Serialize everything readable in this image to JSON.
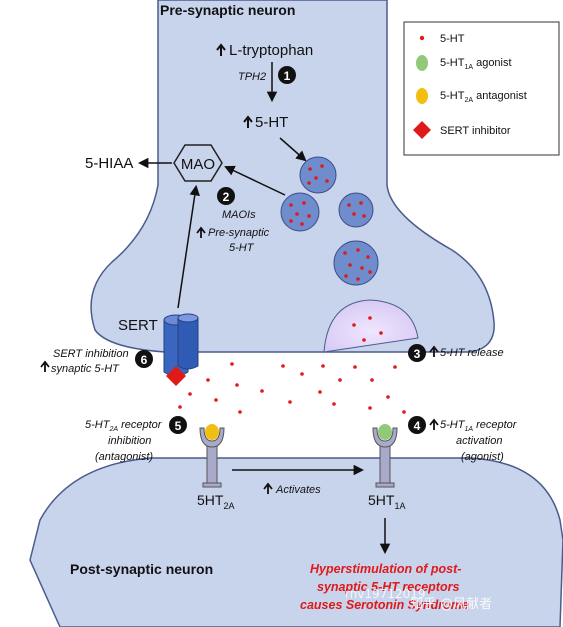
{
  "title_pre": "Pre-synaptic neuron",
  "title_post": "Post-synaptic neuron",
  "ltryptophan": "L-tryptophan",
  "tph2": "TPH2",
  "fivehtlabel": "5-HT",
  "mao": "MAO",
  "hiaa": "5-HIAA",
  "maois": "MAOIs",
  "presynaptic": "Pre-synaptic",
  "presyn_5ht": "5-HT",
  "sert": "SERT",
  "sert_inhib_1": "SERT inhibition",
  "sert_inhib_2": "synaptic 5-HT",
  "release": "5-HT release",
  "r2a_1": "5-HT",
  "r2a_sub": "2A",
  "r2a_2": "receptor",
  "r2a_3": "inhibition",
  "r2a_4": "(antagonist)",
  "r1a_1": "5-HT",
  "r1a_sub": "1A",
  "r1a_2": "receptor",
  "r1a_3": "activation",
  "r1a_4": "(agonist)",
  "rec2a_main": "5HT",
  "rec2a_sub": "2A",
  "rec1a_main": "5HT",
  "rec1a_sub": "1A",
  "activates": "Activates",
  "hyper_1": "Hyperstimulation of post-",
  "hyper_2": "synaptic 5-HT receptors",
  "hyper_3": "causes Serotonin Syndrome",
  "watermark": "知乎 @风献者",
  "watermark2": "rnv19712019",
  "steps": [
    "1",
    "2",
    "3",
    "4",
    "5",
    "6"
  ],
  "legend": {
    "ht": "5-HT",
    "agonist_main": "5-HT",
    "agonist_sub": "1A",
    "agonist_tail": "agonist",
    "antag_main": "5-HT",
    "antag_sub": "2A",
    "antag_tail": "antagonist",
    "sert_inh": "SERT inhibitor"
  },
  "colors": {
    "neuron_fill": "#c8d3ec",
    "neuron_stroke": "#4a5c8c",
    "vesicle": "#6f8ccc",
    "dot": "#e01919",
    "agonist": "#92c87a",
    "antagonist": "#f2be12",
    "sert_inhibitor": "#e01919",
    "red_text": "#e01919",
    "receptor": "#a9a9c9"
  }
}
